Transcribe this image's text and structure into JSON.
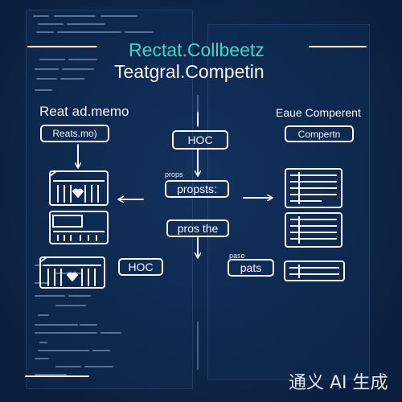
{
  "header": {
    "title": "Rectat.Collbeetz",
    "subtitle": "Teatgral.Competin"
  },
  "left": {
    "label": "Reat ad.memo",
    "tag": "Reats.mo)"
  },
  "right": {
    "label": "Eaue Comperent",
    "tag": "Compertn"
  },
  "center": {
    "hoc_top": "HOC",
    "props_small": "props",
    "props_pill": "propsts:",
    "pros_the": "pros the",
    "hoc_bottom": "HOC"
  },
  "bottom_right": {
    "small": "pase",
    "pill": "pats"
  },
  "watermark": "通义 AI 生成",
  "colors": {
    "background": "#0c2245",
    "accent": "#3fd6c8",
    "foreground": "#f2f5fa"
  }
}
